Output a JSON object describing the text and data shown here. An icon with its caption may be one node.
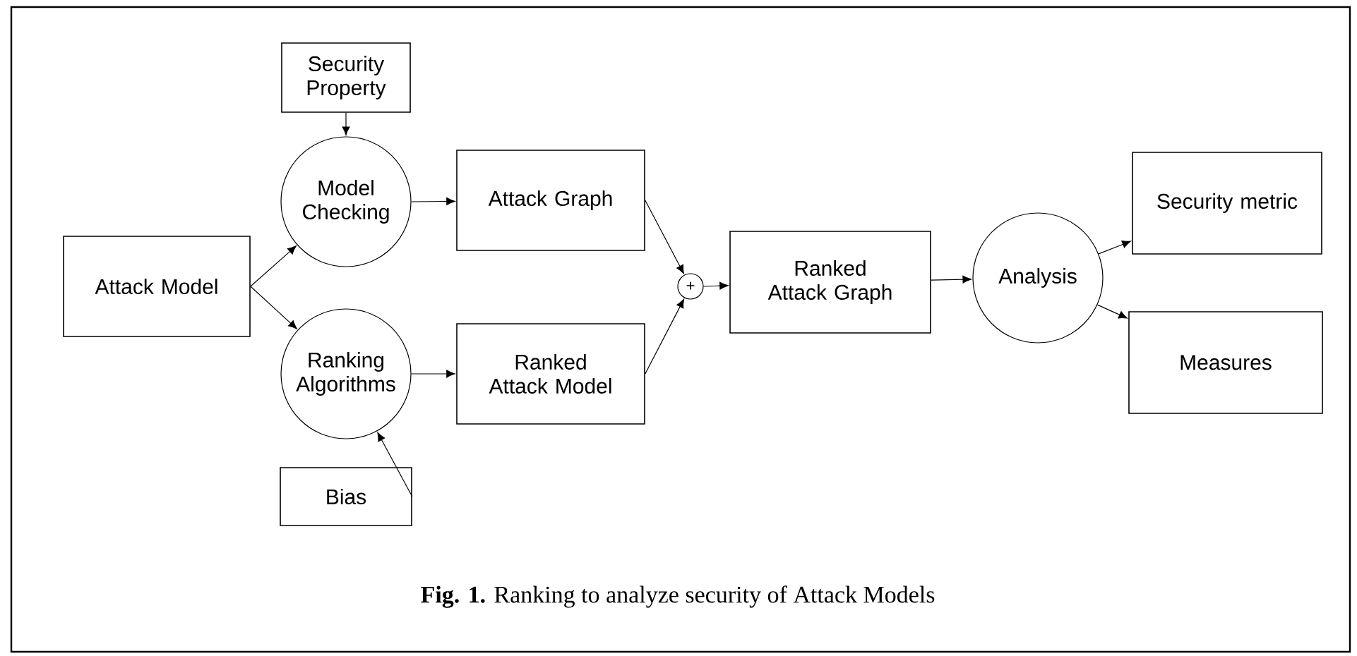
{
  "diagram": {
    "caption": "**Fig. 1.** Ranking to analyze security of Attack Models",
    "nodes": [
      {
        "text": [
          "Security Property"
        ]
      },
      {
        "text": [
          "Attack Model"
        ]
      },
      {
        "text": [
          "Model Checking"
        ]
      },
      {
        "text": [
          "Attack Graph"
        ]
      },
      {
        "text": [
          "Ranking Algorithms"
        ]
      },
      {
        "text": [
          "Ranked Attack Model"
        ]
      },
      {
        "text": [
          "Bias"
        ]
      },
      {
        "text": [
          "+"
        ]
      },
      {
        "text": [
          "Ranked Attack Graph"
        ]
      },
      {
        "text": [
          "Analysis"
        ]
      },
      {
        "text": [
          "Security metric"
        ]
      },
      {
        "text": [
          "Measures"
        ]
      }
    ],
    "edges": [
      {
        "from": 0,
        "to": 2,
        "arrow": "to"
      },
      {
        "from": 1,
        "to": 2,
        "arrow": "to"
      },
      {
        "from": 1,
        "to": 4,
        "arrow": "to"
      },
      {
        "from": 6,
        "to": 4,
        "arrow": "to"
      },
      {
        "from": 2,
        "to": 3,
        "arrow": "to"
      },
      {
        "from": 4,
        "to": 5,
        "arrow": "to"
      },
      {
        "from": 3,
        "to": 7,
        "arrow": "to"
      },
      {
        "from": 5,
        "to": 7,
        "arrow": "to"
      },
      {
        "from": 7,
        "to": 8,
        "arrow": "to"
      },
      {
        "from": 8,
        "to": 9,
        "arrow": "to"
      },
      {
        "from": 9,
        "to": 10,
        "arrow": "to"
      },
      {
        "from": 9,
        "to": 11,
        "arrow": "to"
      }
    ]
  }
}
